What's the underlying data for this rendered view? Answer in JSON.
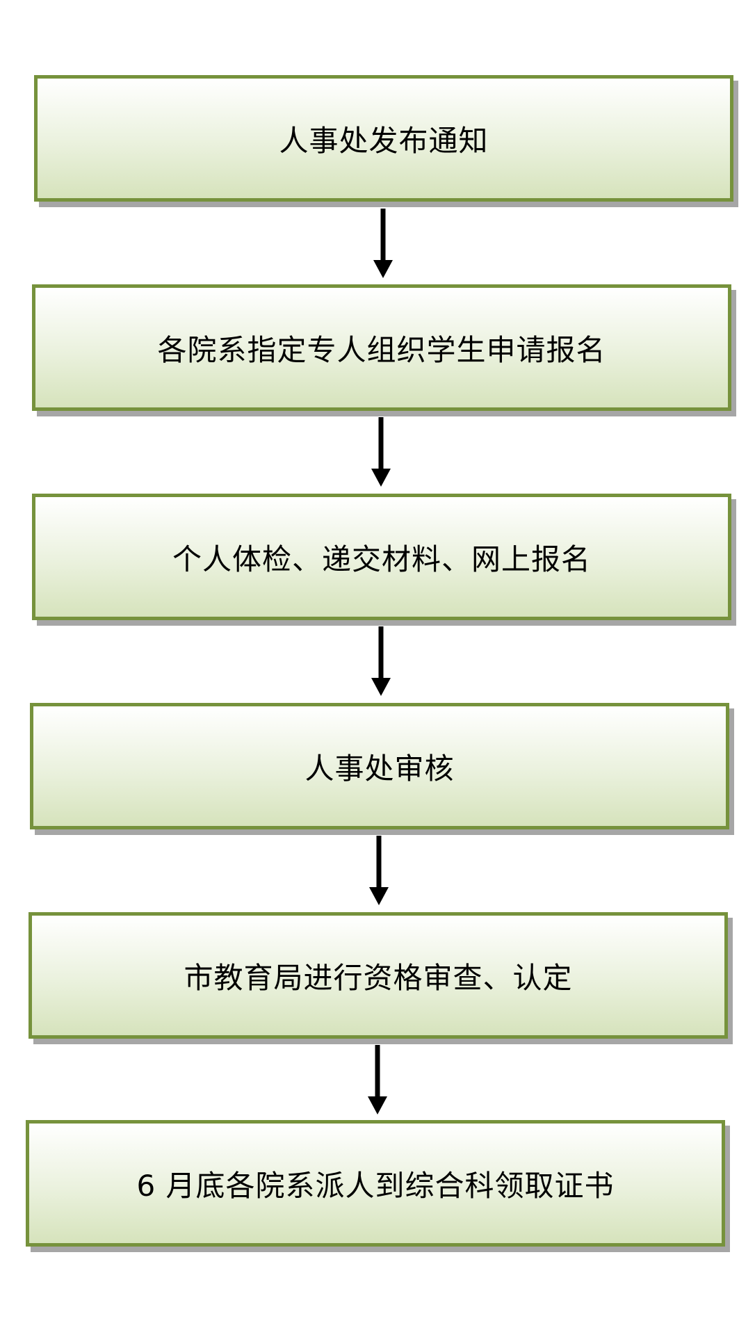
{
  "flowchart": {
    "steps": [
      {
        "label": "人事处发布通知"
      },
      {
        "label": "各院系指定专人组织学生申请报名"
      },
      {
        "label": "个人体检、递交材料、网上报名"
      },
      {
        "label": "人事处审核"
      },
      {
        "label": "市教育局进行资格审查、认定"
      },
      {
        "label": "6 月底各院系派人到综合科领取证书"
      }
    ],
    "colors": {
      "border": "#76923c",
      "fill_top": "#ffffff",
      "fill_bottom": "#d6e3bc",
      "shadow": "#a6a6a6",
      "arrow": "#000000"
    }
  }
}
